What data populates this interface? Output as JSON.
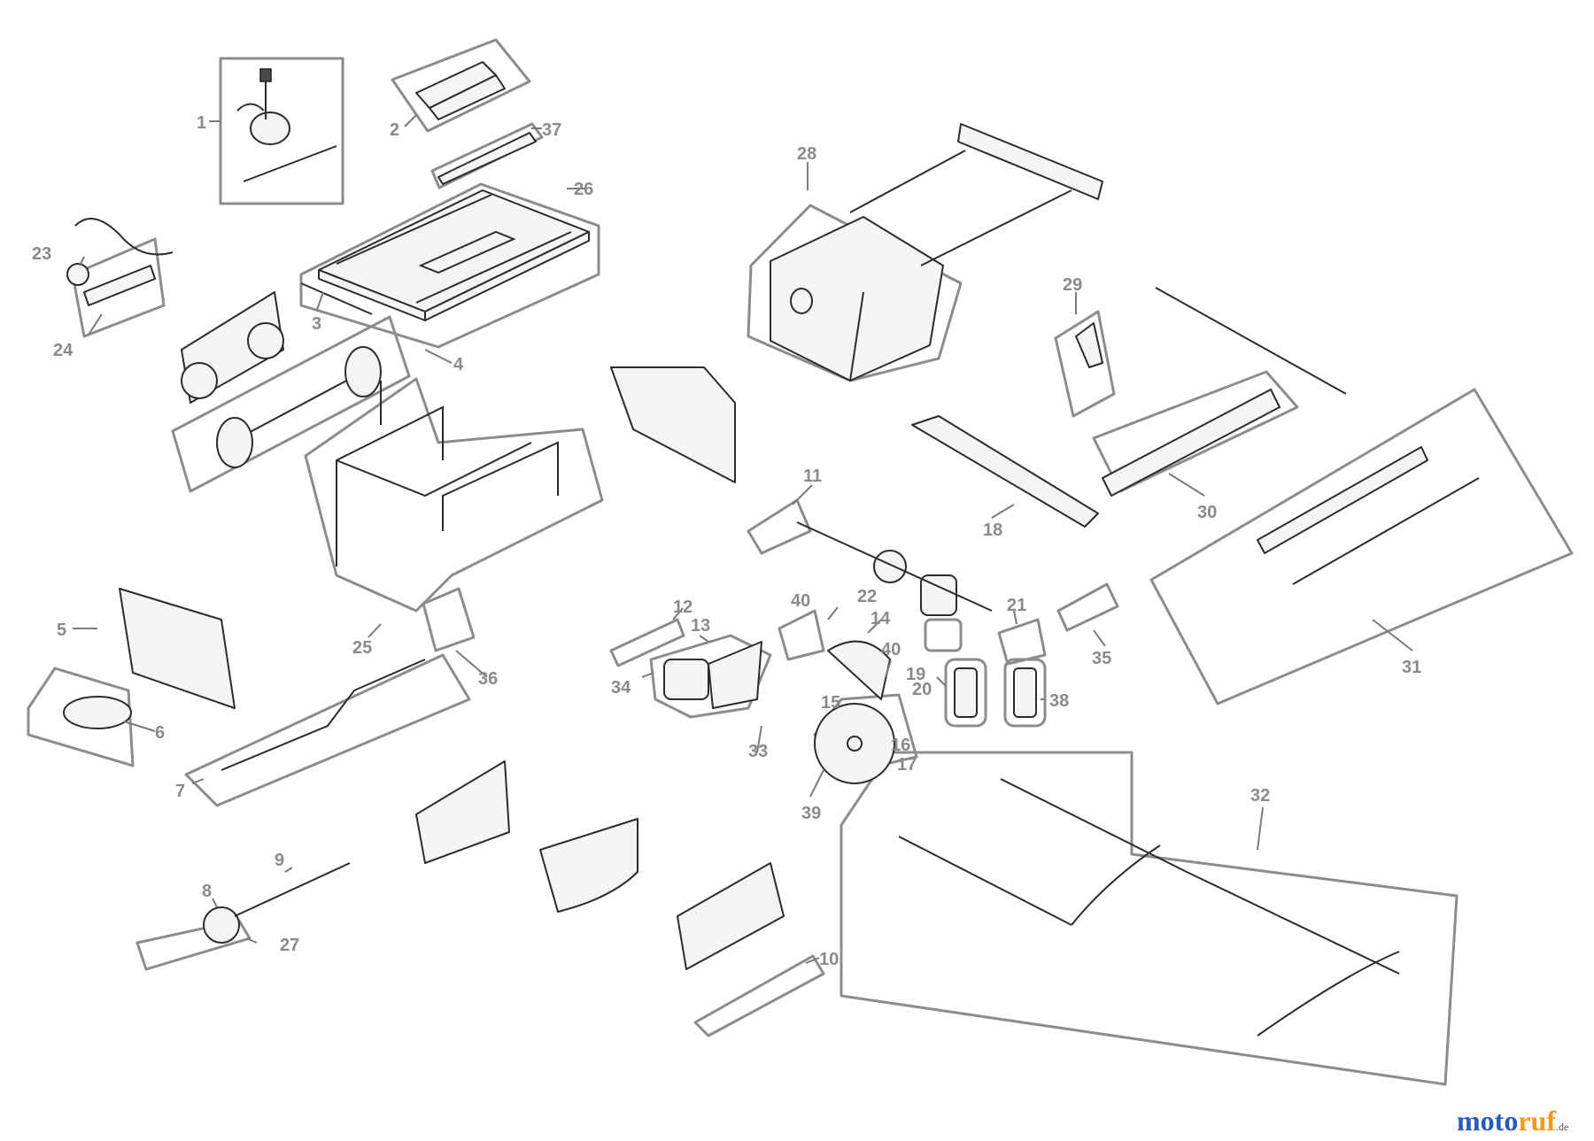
{
  "diagram": {
    "callouts": [
      "1",
      "2",
      "3",
      "4",
      "5",
      "6",
      "7",
      "8",
      "9",
      "10",
      "11",
      "12",
      "13",
      "14",
      "15",
      "16",
      "17",
      "18",
      "19",
      "20",
      "21",
      "22",
      "23",
      "24",
      "25",
      "26",
      "27",
      "28",
      "29",
      "30",
      "31",
      "32",
      "33",
      "34",
      "35",
      "36",
      "37",
      "38",
      "39",
      "40",
      "40"
    ]
  },
  "brand": {
    "text_blue": "moto",
    "text_orange": "ruf",
    "suffix": ".de",
    "color_blue": "#2a5ab7",
    "color_orange": "#f39a1e"
  }
}
